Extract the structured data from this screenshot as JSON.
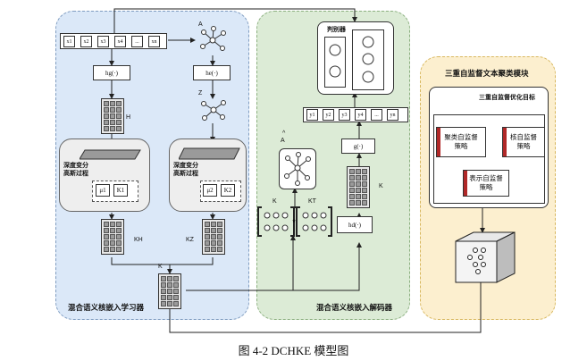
{
  "panels": {
    "learner": "混合语义核嵌入学习器",
    "decoder": "混合语义核嵌入解码器",
    "cluster_module": "三重自监督文本聚类模块",
    "optimizer_title": "三重自监督优化目标"
  },
  "inputs": [
    "x1",
    "x2",
    "x3",
    "x4",
    "...",
    "xn"
  ],
  "outputs": [
    "y1",
    "y2",
    "y3",
    "y4",
    "...",
    "yn"
  ],
  "encoders": {
    "hg": "hg(·)",
    "he": "he(·)",
    "decoder_hd": "hd(·)",
    "g": "g(·)"
  },
  "graph_labels": {
    "A": "A",
    "Z": "Z",
    "A_hat": "Â",
    "hat": "^"
  },
  "matrix_labels": {
    "H": "H",
    "KH": "KH",
    "KZ": "KZ",
    "K_top": "K",
    "K_mid": "K",
    "K_left": "K",
    "K_T": "KT"
  },
  "gauss": {
    "left_title": "深度变分高斯过程",
    "right_title": "深度变分高斯过程",
    "mu1": "μ1",
    "K1": "K1",
    "mu2": "μ2",
    "K2": "K2"
  },
  "discriminator": "判别器",
  "strategies": {
    "cluster": "聚类自监督策略",
    "kernel": "核自监督策略",
    "repr": "表示自监督策略"
  },
  "caption": "图 4-2 DCHKE 模型图"
}
